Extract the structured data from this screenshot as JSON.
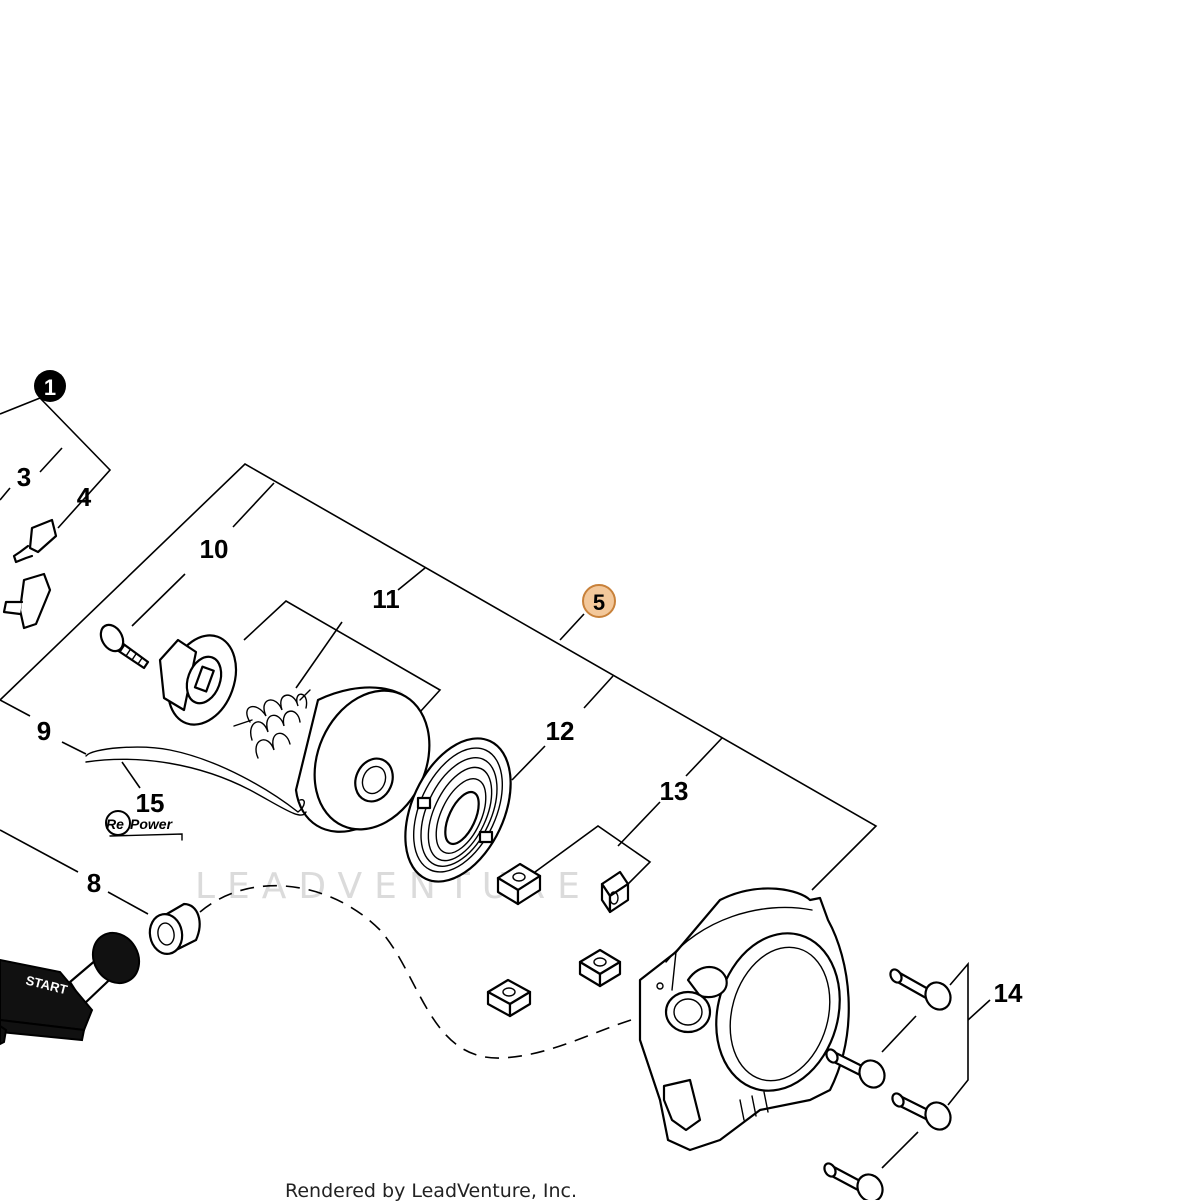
{
  "callouts": {
    "c1": "1",
    "c3": "3",
    "c4": "4",
    "c5": "5",
    "c8": "8",
    "c9": "9",
    "c10": "10",
    "c11": "11",
    "c12": "12",
    "c13": "13",
    "c14": "14",
    "c15": "15"
  },
  "badges": {
    "repower_re": "Re",
    "repower_power": "Power",
    "handle_text": "START"
  },
  "watermark": "LEADVENTURE",
  "footer": "Rendered by LeadVenture, Inc.",
  "colors": {
    "highlight_fill": "#f3c89b",
    "highlight_stroke": "#c8813a",
    "ink": "#000000",
    "watermark": "#d8d8d8"
  }
}
